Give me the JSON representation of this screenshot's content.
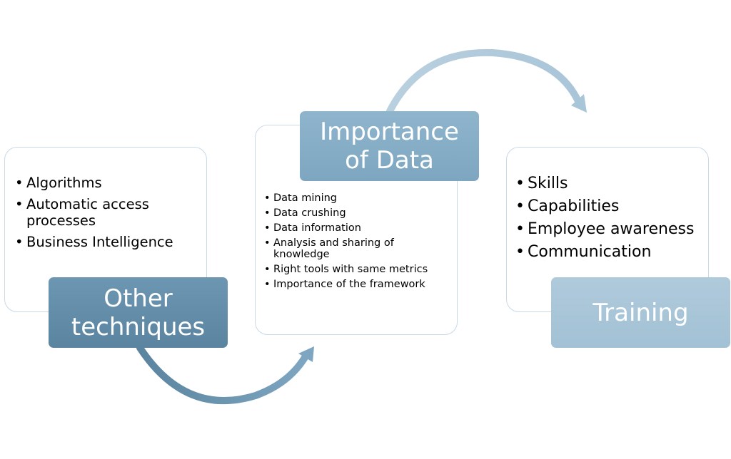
{
  "steps": [
    {
      "title": "Other techniques",
      "items": [
        "Algorithms",
        "Automatic access processes",
        "Business Intelligence"
      ]
    },
    {
      "title": "Importance of Data",
      "items": [
        "Data mining",
        "Data crushing",
        "Data information",
        "Analysis and sharing of knowledge",
        "Right tools with same metrics",
        "Importance of the framework"
      ]
    },
    {
      "title": "Training",
      "items": [
        "Skills",
        "Capabilities",
        "Employee awareness",
        "Communication"
      ]
    }
  ],
  "colors": {
    "tag_1": "#628ca8",
    "tag_2": "#87aec7",
    "tag_3": "#a9c6d8",
    "card_border": "#c9d9e6",
    "arrow_dark": "#5f8aa6",
    "arrow_light": "#b8cfdf"
  },
  "icons": [
    "curved-arrow-icon",
    "curved-arrow-icon"
  ]
}
